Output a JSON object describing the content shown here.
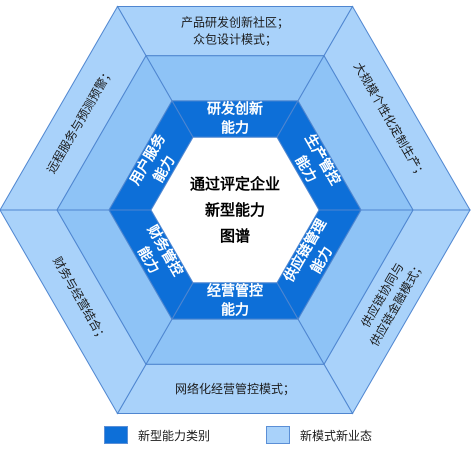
{
  "colors": {
    "outer_fill": "#a9d2fa",
    "band_fill": "#8ec3f6",
    "inner_fill": "#0d6fd8",
    "center_fill": "#ffffff",
    "stroke": "#4f86d0"
  },
  "center": {
    "lines": [
      "通过评定企业",
      "新型能力",
      "图谱"
    ]
  },
  "inner_segments": [
    {
      "id": "top",
      "lines": [
        "研发创新",
        "能力"
      ]
    },
    {
      "id": "upper-right",
      "lines": [
        "生产管控",
        "能力"
      ]
    },
    {
      "id": "lower-right",
      "lines": [
        "供应链管理",
        "能力"
      ]
    },
    {
      "id": "bottom",
      "lines": [
        "经营管控",
        "能力"
      ]
    },
    {
      "id": "lower-left",
      "lines": [
        "财务管控",
        "能力"
      ]
    },
    {
      "id": "upper-left",
      "lines": [
        "用户服务",
        "能力"
      ]
    }
  ],
  "outer_segments": [
    {
      "id": "top",
      "lines": [
        "产品研发创新社区；",
        "众包设计模式；"
      ]
    },
    {
      "id": "upper-right",
      "lines": [
        "大规模个性化定制生产；"
      ]
    },
    {
      "id": "lower-right",
      "lines": [
        "供应链协同与",
        "供应链金融模式；"
      ]
    },
    {
      "id": "bottom",
      "lines": [
        "网络化经营管控模式；"
      ]
    },
    {
      "id": "lower-left",
      "lines": [
        "财务与经营结合；"
      ]
    },
    {
      "id": "upper-left",
      "lines": [
        "远程服务与预测预警；"
      ]
    }
  ],
  "legend": [
    {
      "label": "新型能力类别",
      "color": "#0d6fd8"
    },
    {
      "label": "新模式新业态",
      "color": "#a9d2fa"
    }
  ]
}
